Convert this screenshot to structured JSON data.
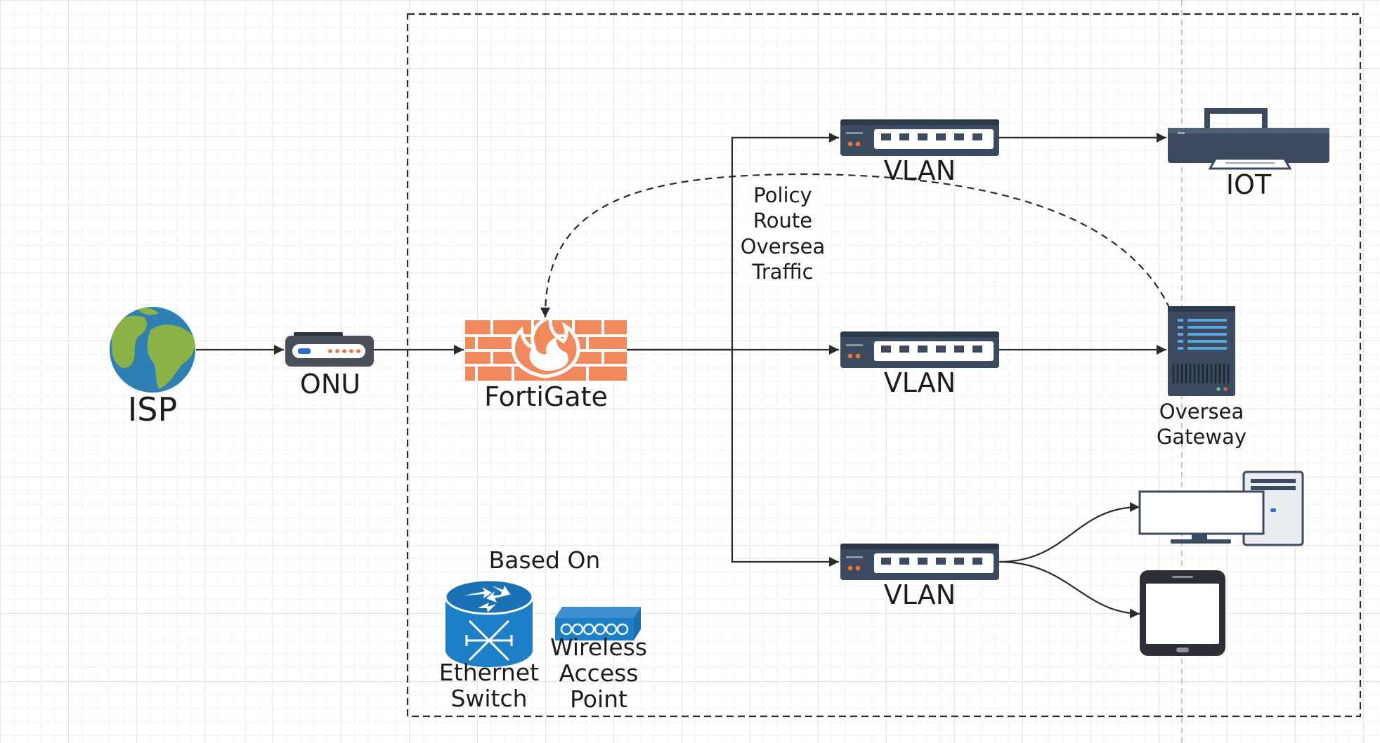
{
  "diagram": {
    "nodes": {
      "isp": {
        "label": "ISP",
        "icon": "globe-icon"
      },
      "onu": {
        "label": "ONU",
        "icon": "modem-icon"
      },
      "fortigate": {
        "label": "FortiGate",
        "icon": "firewall-icon"
      },
      "vlan_top": {
        "label": "VLAN",
        "icon": "network-switch-icon"
      },
      "vlan_mid": {
        "label": "VLAN",
        "icon": "network-switch-icon"
      },
      "vlan_bot": {
        "label": "VLAN",
        "icon": "network-switch-icon"
      },
      "iot": {
        "label": "IOT",
        "icon": "printer-icon"
      },
      "oversea_gateway": {
        "label": "Oversea\nGateway",
        "icon": "server-icon"
      },
      "desktop": {
        "label": "",
        "icon": "desktop-computer-icon"
      },
      "tablet": {
        "label": "",
        "icon": "tablet-icon"
      }
    },
    "policy_note": "Policy\nRoute\nOversea\nTraffic",
    "legend": {
      "title": "Based On",
      "ethernet_switch": {
        "label": "Ethernet\nSwitch",
        "icon": "router-icon"
      },
      "wireless_ap": {
        "label": "Wireless\nAccess\nPoint",
        "icon": "wireless-access-point-icon"
      }
    },
    "colors": {
      "line": "#2b2b2b",
      "globe_ocean": "#2e7fb4",
      "globe_land": "#8bb246",
      "firewall": "#f2895c",
      "device_dark": "#3b4a5e",
      "router_blue": "#1c7fc8",
      "screen_white": "#ffffff"
    }
  }
}
